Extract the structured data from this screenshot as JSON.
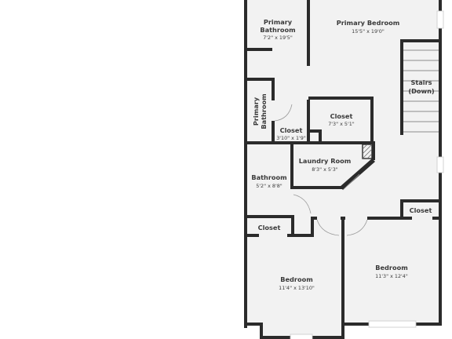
{
  "rooms": {
    "primary_bedroom": {
      "name": "Primary Bedroom",
      "dims": "15'5\" x 19'0\""
    },
    "primary_bathroom": {
      "name_line1": "Primary",
      "name_line2": "Bathroom",
      "dims": "7'2\" x 19'5\""
    },
    "stairs": {
      "name_line1": "Stairs",
      "name_line2": "(Down)"
    },
    "primary_bath_vertical": {
      "name_line1": "Primary",
      "name_line2": "Bathroom"
    },
    "closet_primary": {
      "name": "Closet",
      "dims": "7'3\" x 5'1\""
    },
    "closet_small": {
      "name": "Closet",
      "dims": "3'10\" x 1'9\""
    },
    "laundry_room": {
      "name": "Laundry Room",
      "dims": "8'3\" x 5'3\""
    },
    "bathroom": {
      "name": "Bathroom",
      "dims": "5'2\" x 8'8\""
    },
    "closet_right": {
      "name": "Closet"
    },
    "closet_left": {
      "name": "Closet"
    },
    "bedroom_right": {
      "name": "Bedroom",
      "dims": "11'3\" x 12'4\""
    },
    "bedroom_left": {
      "name": "Bedroom",
      "dims": "11'4\" x 13'10\""
    }
  }
}
